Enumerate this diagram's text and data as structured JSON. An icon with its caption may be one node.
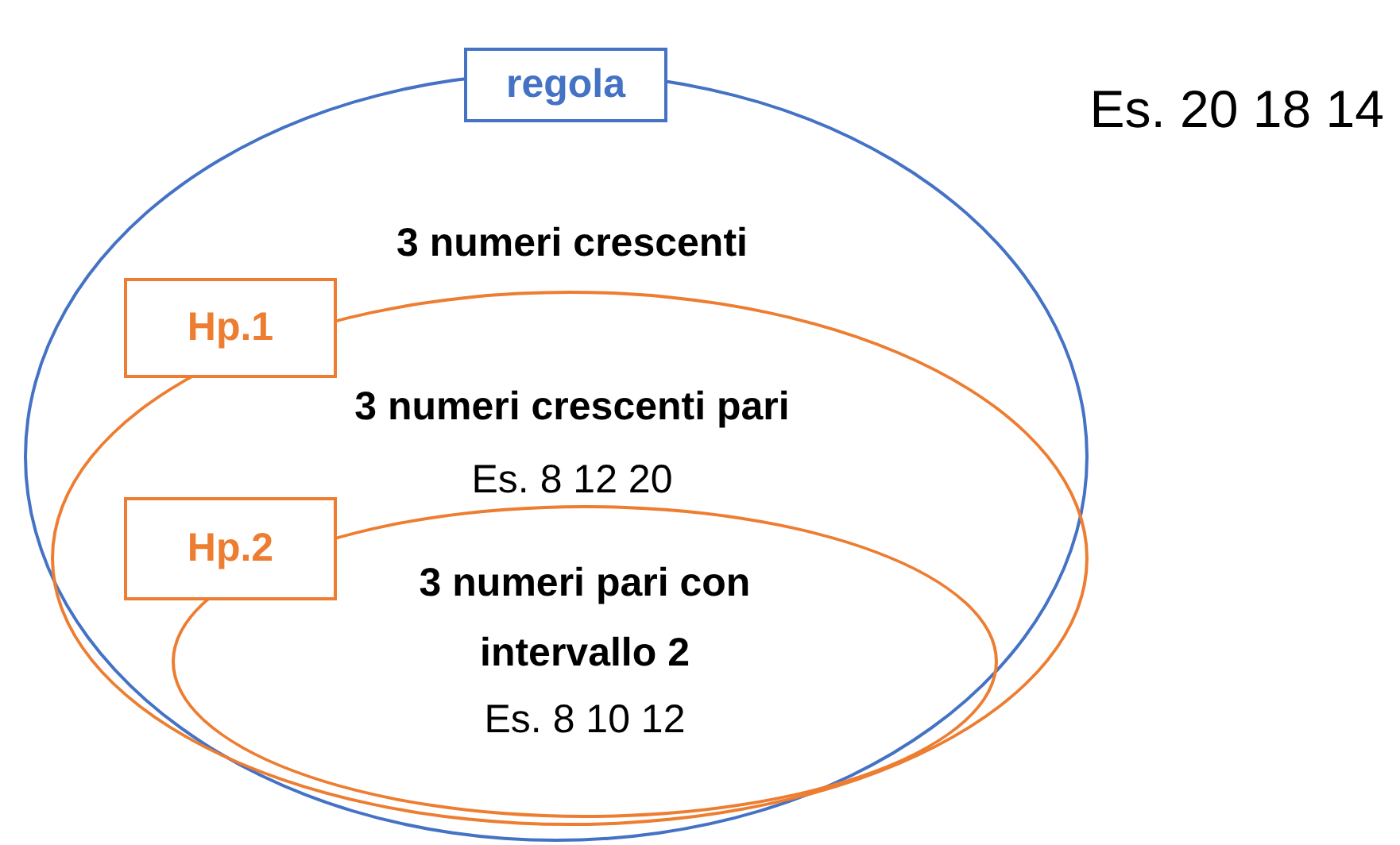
{
  "diagram": {
    "nodes": [
      {
        "text": [
          "regola",
          "3 numeri crescenti"
        ]
      },
      {
        "text": [
          "Hp.1",
          "3 numeri crescenti pari",
          "Es. 8 12 20"
        ],
        "in": 0
      },
      {
        "text": [
          "Hp.2",
          "3 numeri pari con intervallo 2",
          "Es. 8 10 12"
        ],
        "in": 1
      }
    ],
    "labels": [
      "Es. 20 18 14"
    ]
  }
}
